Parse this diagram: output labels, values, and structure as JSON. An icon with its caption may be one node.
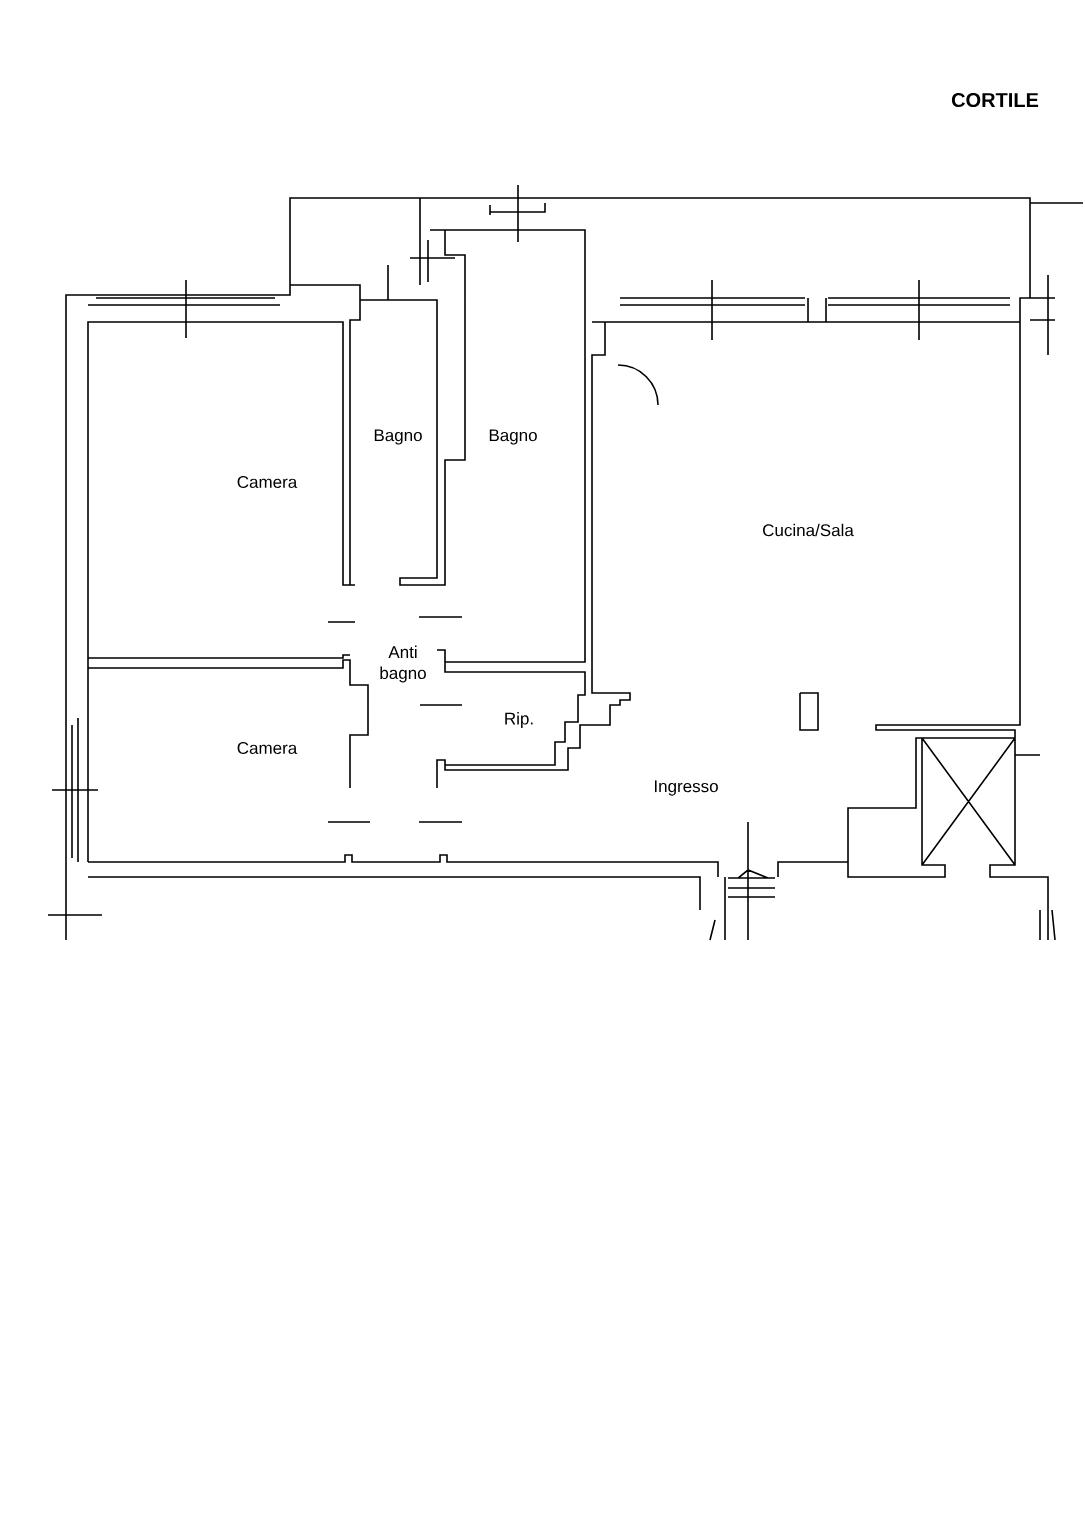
{
  "diagram": {
    "labels": [
      "CORTILE",
      "Bagno",
      "Bagno",
      "Camera",
      "Cucina/Sala",
      "Anti bagno",
      "Rip.",
      "Camera",
      "Ingresso"
    ]
  }
}
